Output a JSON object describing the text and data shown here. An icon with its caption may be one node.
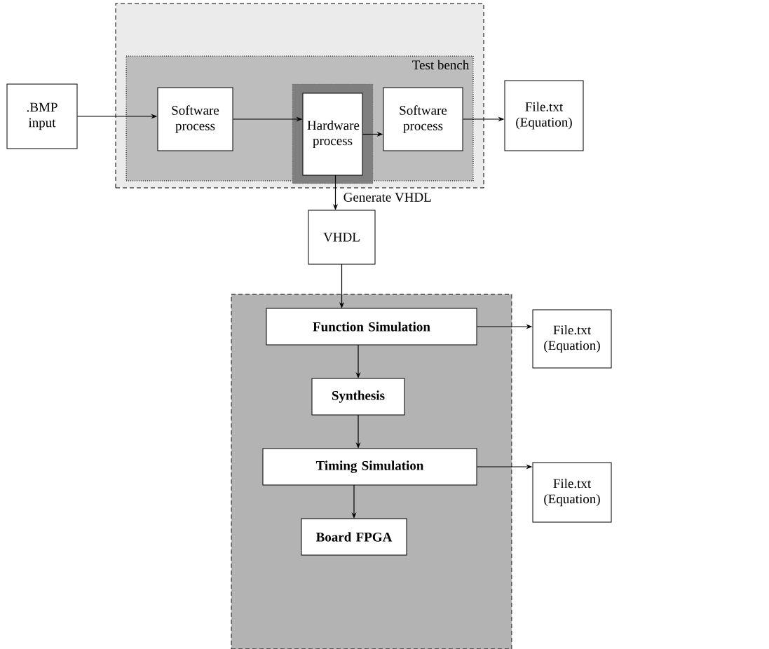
{
  "diagram": {
    "nodes": [
      {
        "text": [],
        "shape": "box"
      },
      {
        "text": [
          "Test bench"
        ],
        "in": 0
      },
      {
        "text": [
          ".BMP input"
        ]
      },
      {
        "text": [
          "Software process"
        ],
        "in": 1
      },
      {
        "text": [
          "Hardware process"
        ],
        "in": 1
      },
      {
        "text": [
          "Software process"
        ],
        "in": 1
      },
      {
        "text": [
          "File.txt (Equation)"
        ]
      },
      {
        "text": [
          "VHDL"
        ]
      },
      {
        "text": [],
        "shape": "box"
      },
      {
        "text": [
          "Function Simulation"
        ],
        "in": 8
      },
      {
        "text": [
          "Synthesis"
        ],
        "in": 8
      },
      {
        "text": [
          "Timing Simulation"
        ],
        "in": 8
      },
      {
        "text": [
          "Board FPGA"
        ],
        "in": 8
      },
      {
        "text": [
          "File.txt (Equation)"
        ]
      },
      {
        "text": [
          "File.txt (Equation)"
        ]
      }
    ],
    "edges": [
      {
        "from": 2,
        "to": 3,
        "arrow": "to"
      },
      {
        "from": 3,
        "to": 4,
        "arrow": "to"
      },
      {
        "from": 4,
        "to": 5,
        "arrow": "to"
      },
      {
        "from": 5,
        "to": 6,
        "arrow": "to"
      },
      {
        "from": 4,
        "to": 7,
        "arrow": "to",
        "label": "Generate VHDL"
      },
      {
        "from": 7,
        "to": 9,
        "arrow": "to"
      },
      {
        "from": 9,
        "to": 10,
        "arrow": "to"
      },
      {
        "from": 10,
        "to": 11,
        "arrow": "to"
      },
      {
        "from": 11,
        "to": 12,
        "arrow": "to"
      },
      {
        "from": 9,
        "to": 13,
        "arrow": "to"
      },
      {
        "from": 11,
        "to": 14,
        "arrow": "to"
      }
    ]
  }
}
